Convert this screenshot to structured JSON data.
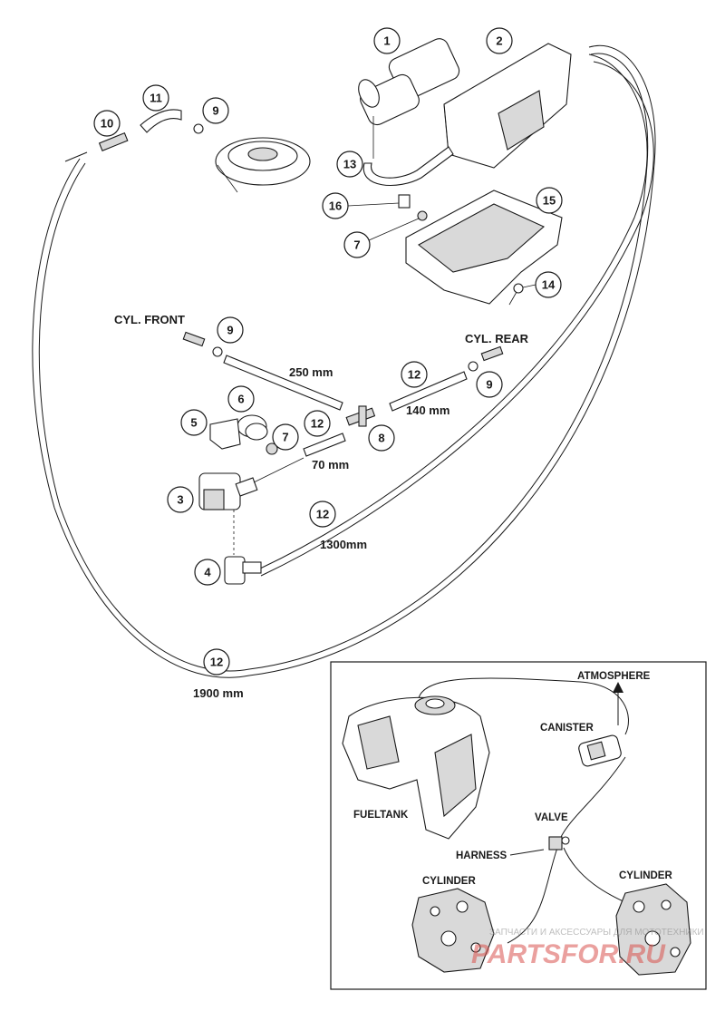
{
  "callouts": {
    "c1": "1",
    "c2": "2",
    "c3": "3",
    "c4": "4",
    "c5": "5",
    "c6": "6",
    "c7a": "7",
    "c7b": "7",
    "c8": "8",
    "c9a": "9",
    "c9b": "9",
    "c9c": "9",
    "c10": "10",
    "c11": "11",
    "c12a": "12",
    "c12b": "12",
    "c12c": "12",
    "c12d": "12",
    "c13": "13",
    "c14": "14",
    "c15": "15",
    "c16": "16"
  },
  "labels": {
    "cyl_front": "CYL. FRONT",
    "cyl_rear": "CYL. REAR",
    "len_250": "250 mm",
    "len_140": "140 mm",
    "len_70": "70 mm",
    "len_1300": "1300mm",
    "len_1900": "1900 mm"
  },
  "inset": {
    "atmosphere": "ATMOSPHERE",
    "canister": "CANISTER",
    "fueltank": "FUELTANK",
    "valve": "VALVE",
    "harness": "HARNESS",
    "cylinder_left": "CYLINDER",
    "cylinder_right": "CYLINDER"
  },
  "watermark": {
    "small": "ЗАПЧАСТИ И АКСЕССУАРЫ ДЛЯ МОТОТЕХНИКИ",
    "brand": "PARTSFOR.RU"
  },
  "colors": {
    "ink": "#1a1a1a",
    "watermark_red": "#d9534f"
  }
}
